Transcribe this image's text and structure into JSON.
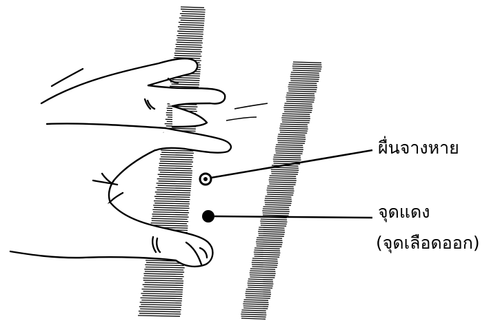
{
  "annotations": {
    "fading_rash": "ผื่นจางหาย",
    "red_spot": "จุดแดง",
    "red_spot_note": "(จุดเลือดออก)"
  },
  "colors": {
    "ink": "#000000",
    "background": "#ffffff"
  },
  "icons": [
    "glass-edge-left",
    "glass-edge-right",
    "pressing-hand",
    "fading-rash-dot",
    "red-spot-dot"
  ]
}
